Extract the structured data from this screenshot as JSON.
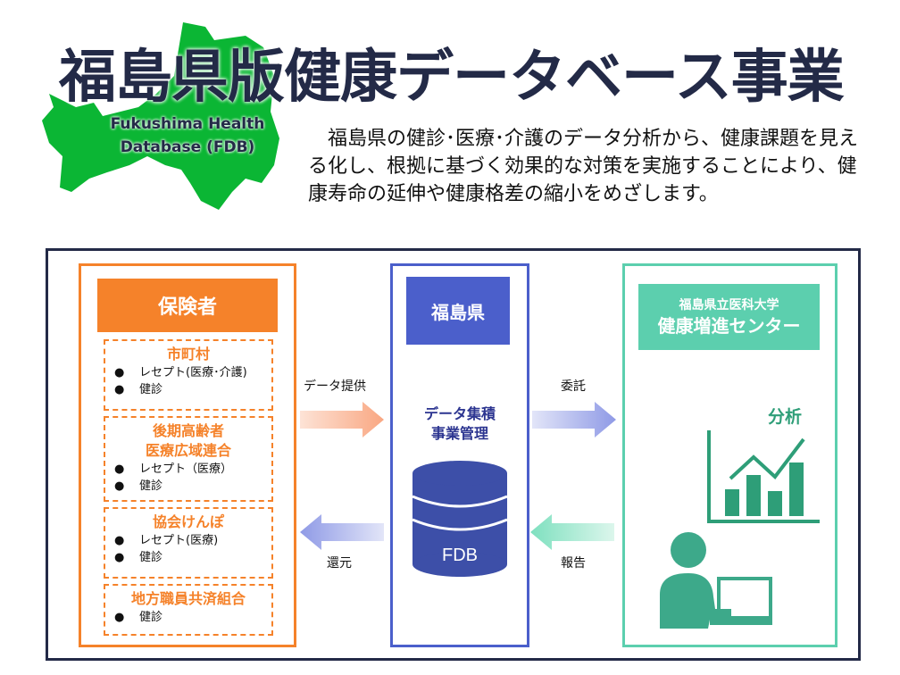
{
  "header": {
    "title": "福島県版健康データベース事業",
    "subtitle_line1": "Fukushima Health",
    "subtitle_line2": "Database (FDB)",
    "description": "　福島県の健診･医療･介護のデータ分析から、健康課題を見える化し、根拠に基づく効果的な対策を実施することにより、健康寿命の延伸や健康格差の縮小をめざします。"
  },
  "insurers": {
    "title": "保険者",
    "bullet": "●",
    "groups": [
      {
        "name_l1": "市町村",
        "name_l2": "",
        "items": [
          "レセプト(医療･介護)",
          "健診"
        ]
      },
      {
        "name_l1": "後期高齢者",
        "name_l2": "医療広域連合",
        "items": [
          "レセプト（医療）",
          "健診"
        ]
      },
      {
        "name_l1": "協会けんぽ",
        "name_l2": "",
        "items": [
          "レセプト(医療)",
          "健診"
        ]
      },
      {
        "name_l1": "地方職員共済組合",
        "name_l2": "",
        "items": [
          "健診"
        ]
      }
    ]
  },
  "prefecture": {
    "title": "福島県",
    "label_l1": "データ集積",
    "label_l2": "事業管理",
    "db_label": "FDB"
  },
  "center": {
    "title_l1": "福島県立医科大学",
    "title_l2": "健康増進センター",
    "analysis": "分析"
  },
  "arrows": {
    "provide": "データ提供",
    "return": "還元",
    "commission": "委託",
    "report": "報告"
  },
  "colors": {
    "orange": "#f5822a",
    "blue": "#4b5fcb",
    "green": "#5ccfae",
    "navy": "#232a47",
    "map": "#0bb634",
    "db": "#3d4fa8",
    "chart": "#2e9e78"
  }
}
